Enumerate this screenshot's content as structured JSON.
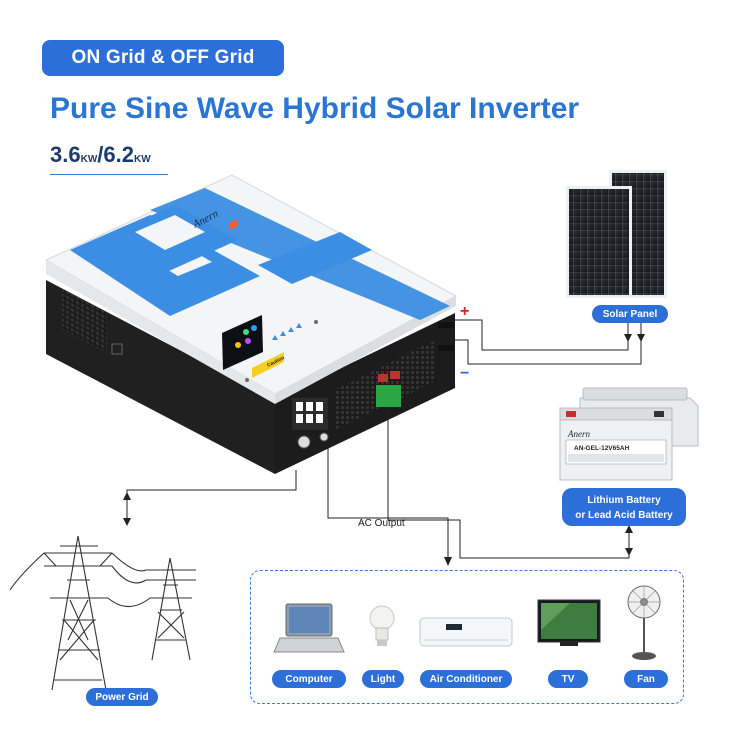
{
  "badge": "ON Grid & OFF Grid",
  "headline": "Pure Sine Wave Hybrid Solar Inverter",
  "power": {
    "a": "3.6",
    "a_unit": "KW",
    "sep": "/",
    "b": "6.2",
    "b_unit": "KW"
  },
  "inverter": {
    "brand": "Anern",
    "front_label": "Caution"
  },
  "solar_panel_label": "Solar Panel",
  "polarity": {
    "plus": "+",
    "minus": "−"
  },
  "battery": {
    "brand": "Anern",
    "model": "AN-GEL-12V65AH",
    "label_line1": "Lithium Battery",
    "label_line2": "or Lead Acid Battery"
  },
  "ac_output_label": "AC Output",
  "power_grid_label": "Power Grid",
  "appliances": [
    {
      "label": "Computer",
      "icon": "laptop-icon"
    },
    {
      "label": "Light",
      "icon": "light-bulb-icon"
    },
    {
      "label": "Air Conditioner",
      "icon": "air-conditioner-icon"
    },
    {
      "label": "TV",
      "icon": "tv-icon"
    },
    {
      "label": "Fan",
      "icon": "fan-icon"
    }
  ],
  "colors": {
    "accent": "#2c6fd8",
    "inverter_blue": "#3b8ee3",
    "inverter_body": "#1f1f1f",
    "plus_red": "#e02020",
    "minus_blue": "#2c6fd8"
  }
}
